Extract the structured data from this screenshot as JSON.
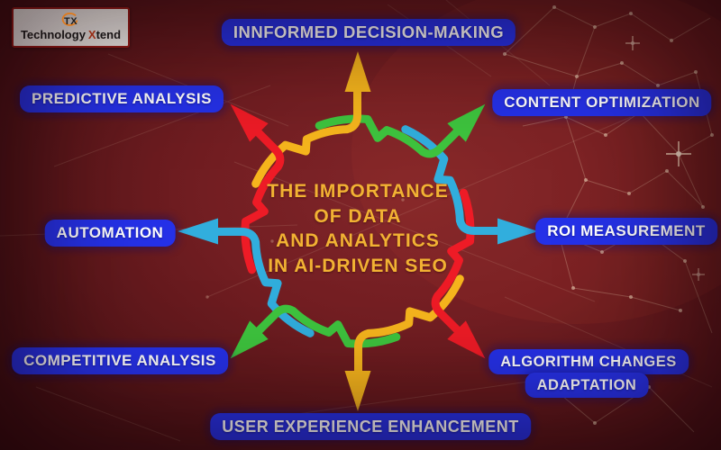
{
  "logo": {
    "tx": "TX",
    "name_part1": "Technology",
    "name_accent": "X",
    "name_part2": "tend"
  },
  "center_title": {
    "line1": "THE IMPORTANCE",
    "line2": "OF DATA",
    "line3": "AND ANALYTICS",
    "line4": "IN AI-DRIVEN SEO"
  },
  "labels": {
    "top": "INNFORMED DECISION-MAKING",
    "top_left": "PREDICTIVE ANALYSIS",
    "top_right": "CONTENT OPTIMIZATION",
    "left": "AUTOMATION",
    "right": "ROI MEASUREMENT",
    "bottom_left": "COMPETITIVE ANALYSIS",
    "bottom_right_line1": "ALGORITHM CHANGES",
    "bottom_right_line2": "ADAPTATION",
    "bottom": "USER EXPERIENCE ENHANCEMENT"
  },
  "colors": {
    "label_pill": "#2531E8",
    "label_text": "#FFFFFF",
    "title_text": "#F2B233",
    "arrow_yellow": "#F6B51D",
    "arrow_green": "#3EC43E",
    "arrow_cyan": "#31AEDD",
    "arrow_red": "#EE1B26",
    "background_base": "#5E171B",
    "logo_accent": "#D2401E"
  }
}
